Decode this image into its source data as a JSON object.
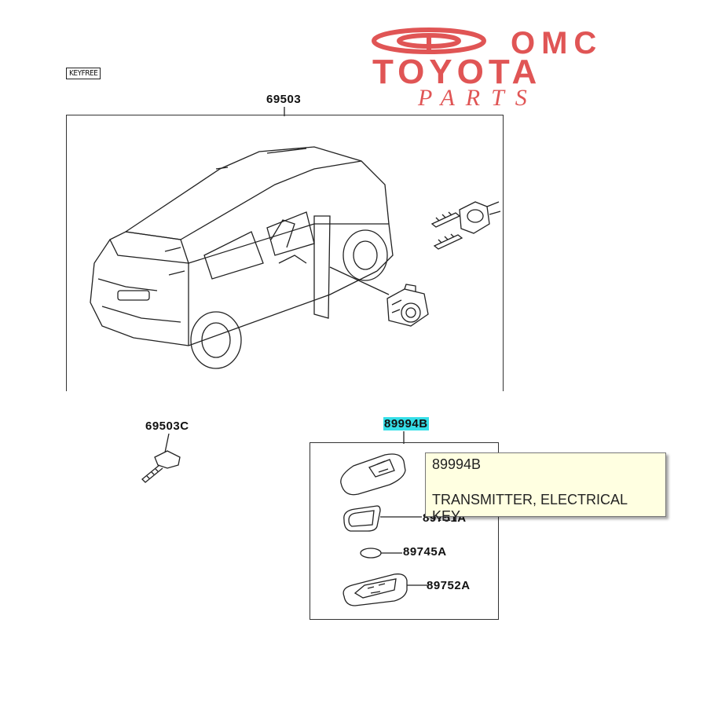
{
  "header": {
    "tag_label": "KEYFREE"
  },
  "logo": {
    "line1": "OMC",
    "line2": "TOYOTA",
    "line3": "PARTS",
    "color": "#e05555"
  },
  "parts": {
    "assembly": "69503",
    "key_blank": "69503C",
    "transmitter": "89994B",
    "case": "89751A",
    "battery": "89745A",
    "cover": "89752A"
  },
  "tooltip": {
    "code": "89994B",
    "description": "TRANSMITTER, ELECTRICAL KEY",
    "background": "#ffffe1"
  },
  "highlight_color": "#35dfe8"
}
